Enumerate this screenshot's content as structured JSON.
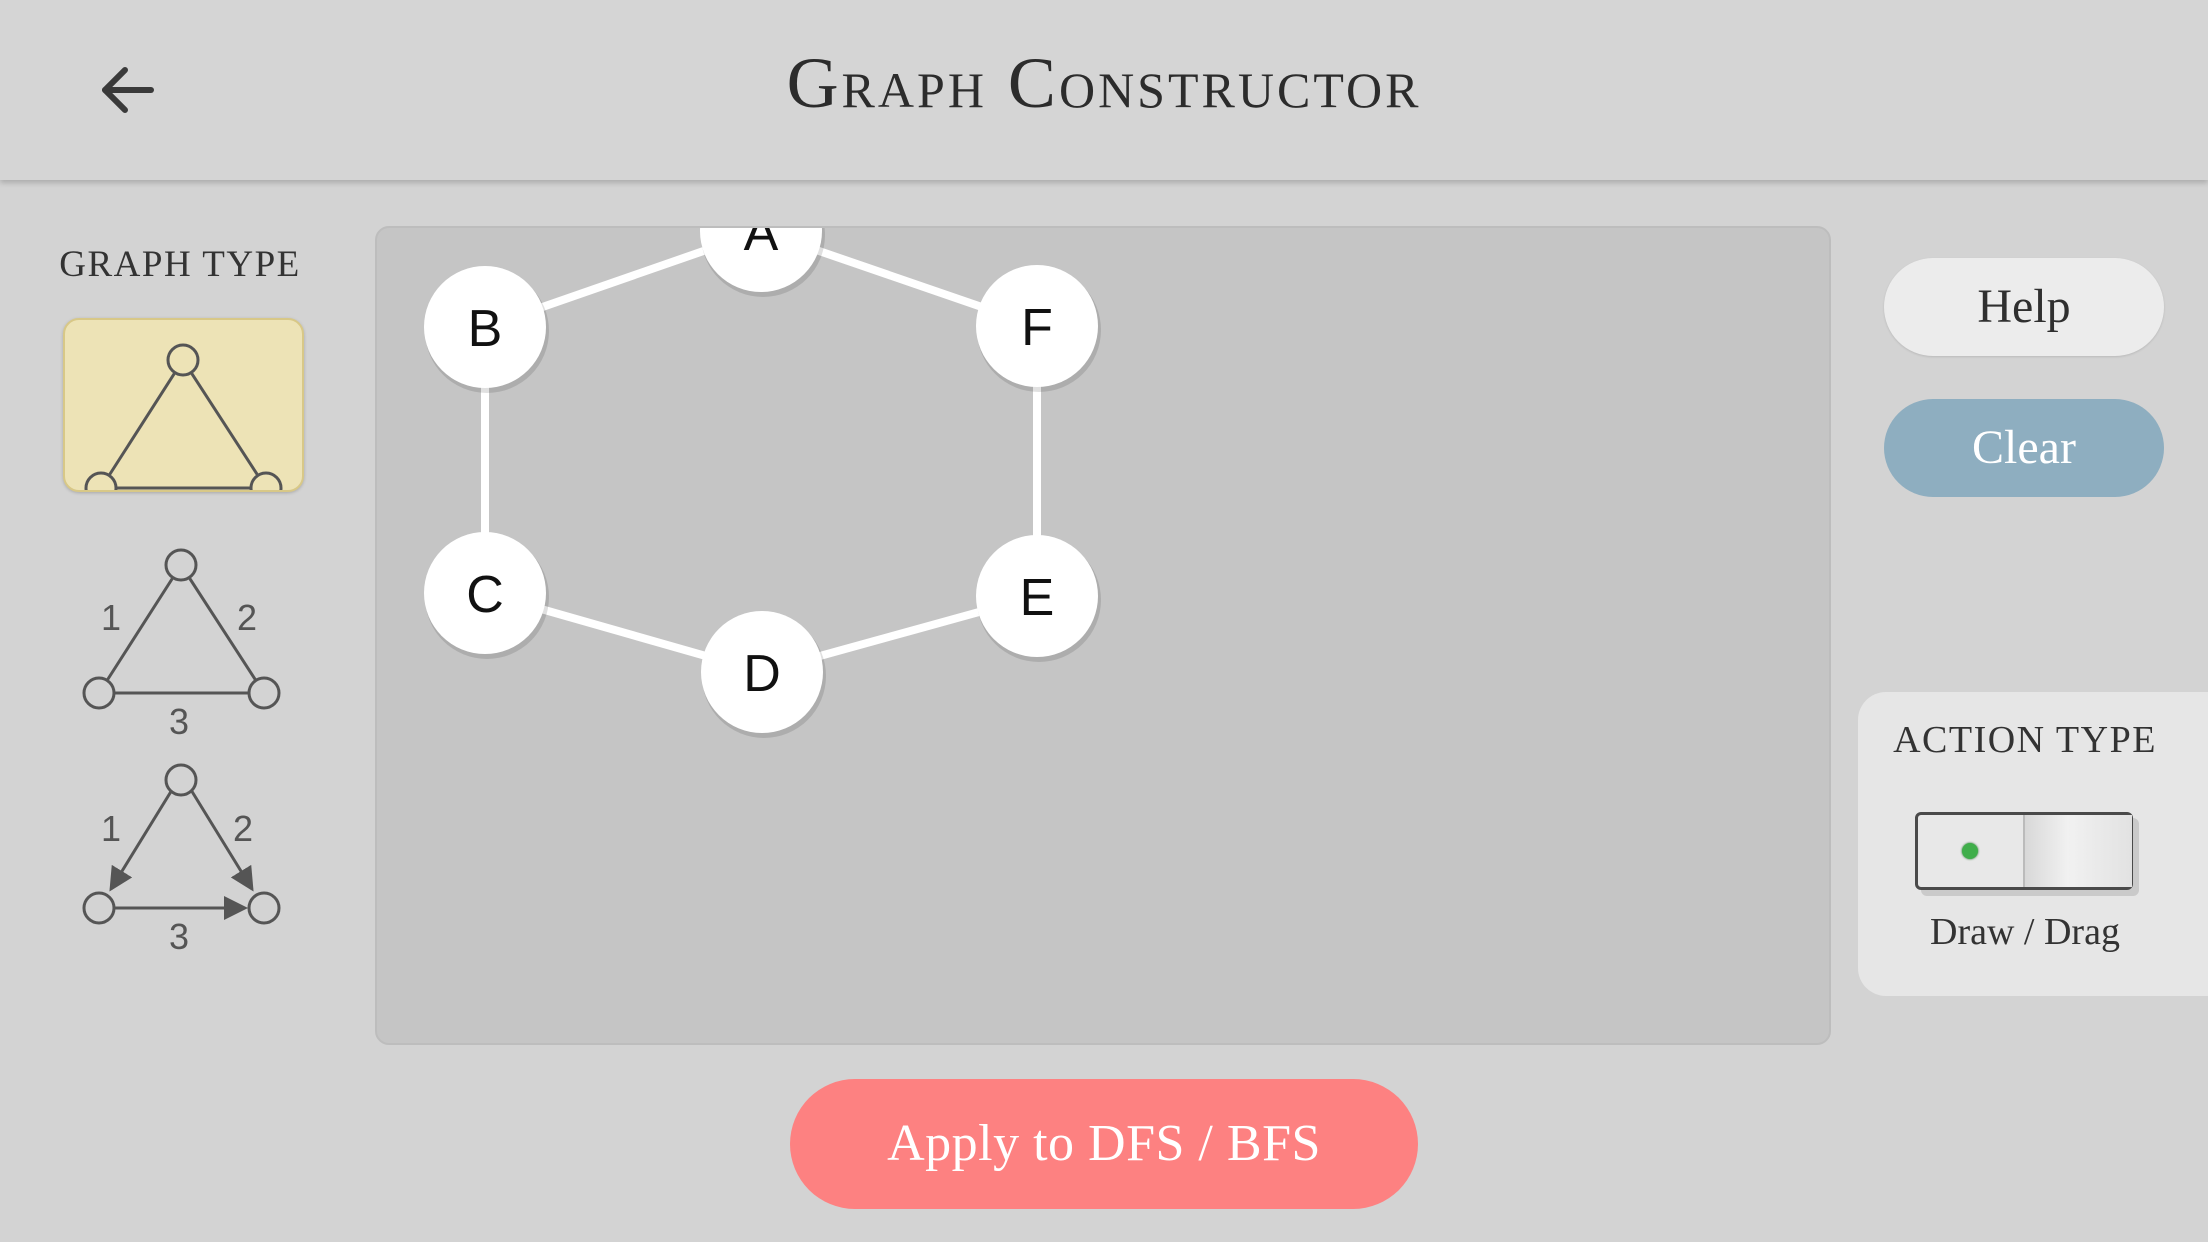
{
  "header": {
    "title": "Graph Constructor",
    "back_icon": "arrow-left-icon"
  },
  "graph_type": {
    "label": "GRAPH TYPE",
    "options": [
      {
        "name": "undirected-unweighted",
        "icon": "undirected-graph-icon",
        "selected": true
      },
      {
        "name": "undirected-weighted",
        "icon": "weighted-graph-icon",
        "selected": false,
        "weights": [
          "1",
          "2",
          "3"
        ]
      },
      {
        "name": "directed-weighted",
        "icon": "directed-weighted-graph-icon",
        "selected": false,
        "weights": [
          "1",
          "2",
          "3"
        ]
      }
    ]
  },
  "graph": {
    "nodes": [
      "A",
      "B",
      "C",
      "D",
      "E",
      "F"
    ],
    "edges": [
      [
        "A",
        "B"
      ],
      [
        "A",
        "F"
      ],
      [
        "B",
        "C"
      ],
      [
        "F",
        "E"
      ],
      [
        "C",
        "D"
      ],
      [
        "D",
        "E"
      ]
    ]
  },
  "buttons": {
    "help": "Help",
    "clear": "Clear",
    "apply": "Apply to DFS / BFS"
  },
  "action_type": {
    "label": "ACTION TYPE",
    "caption": "Draw / Drag",
    "active_mode": "Draw"
  },
  "colors": {
    "background": "#d3d3d3",
    "selected_type": "#ede3b6",
    "clear_button": "#8eaec0",
    "apply_button": "#fd8181",
    "toggle_indicator": "#3fae4a"
  }
}
